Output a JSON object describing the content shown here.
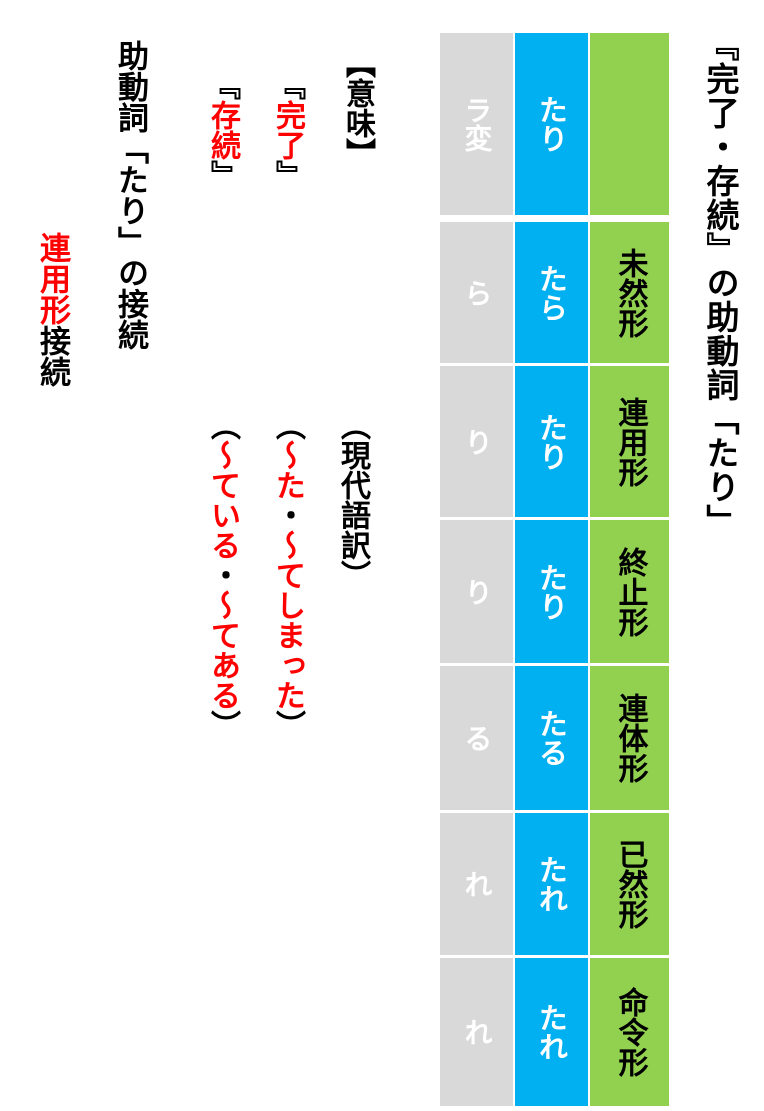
{
  "title": "『完了・存続』の助動詞「たり」",
  "colors": {
    "gray_column": "#d9d9d9",
    "blue_column": "#00b0f0",
    "green_column": "#92d050",
    "emphasis_red": "#ff0000"
  },
  "conjugation_table": {
    "header": {
      "form_label": "",
      "word": "たり",
      "type": "ラ変"
    },
    "rows": [
      {
        "form": "未然形",
        "word": "たら",
        "ending": "ら"
      },
      {
        "form": "連用形",
        "word": "たり",
        "ending": "り"
      },
      {
        "form": "終止形",
        "word": "たり",
        "ending": "り"
      },
      {
        "form": "連体形",
        "word": "たる",
        "ending": "る"
      },
      {
        "form": "已然形",
        "word": "たれ",
        "ending": "れ"
      },
      {
        "form": "命令形",
        "word": "たれ",
        "ending": "れ"
      }
    ]
  },
  "meaning": {
    "heading": "【意味】",
    "items": [
      {
        "open": "『",
        "term": "完了",
        "close": "』"
      },
      {
        "open": "『",
        "term": "存続",
        "close": "』"
      }
    ]
  },
  "translation": {
    "heading": "（現代語訳）",
    "items": [
      {
        "open": "（",
        "text": "〜た",
        "sep": "・",
        "text2": "〜てしまった",
        "close": "）"
      },
      {
        "open": "（",
        "text": "〜ている",
        "sep": "・",
        "text2": "〜てある",
        "close": "）"
      }
    ]
  },
  "connection": {
    "heading": "助動詞「たり」の接続",
    "form_highlight": "連用形",
    "suffix": "接続"
  }
}
